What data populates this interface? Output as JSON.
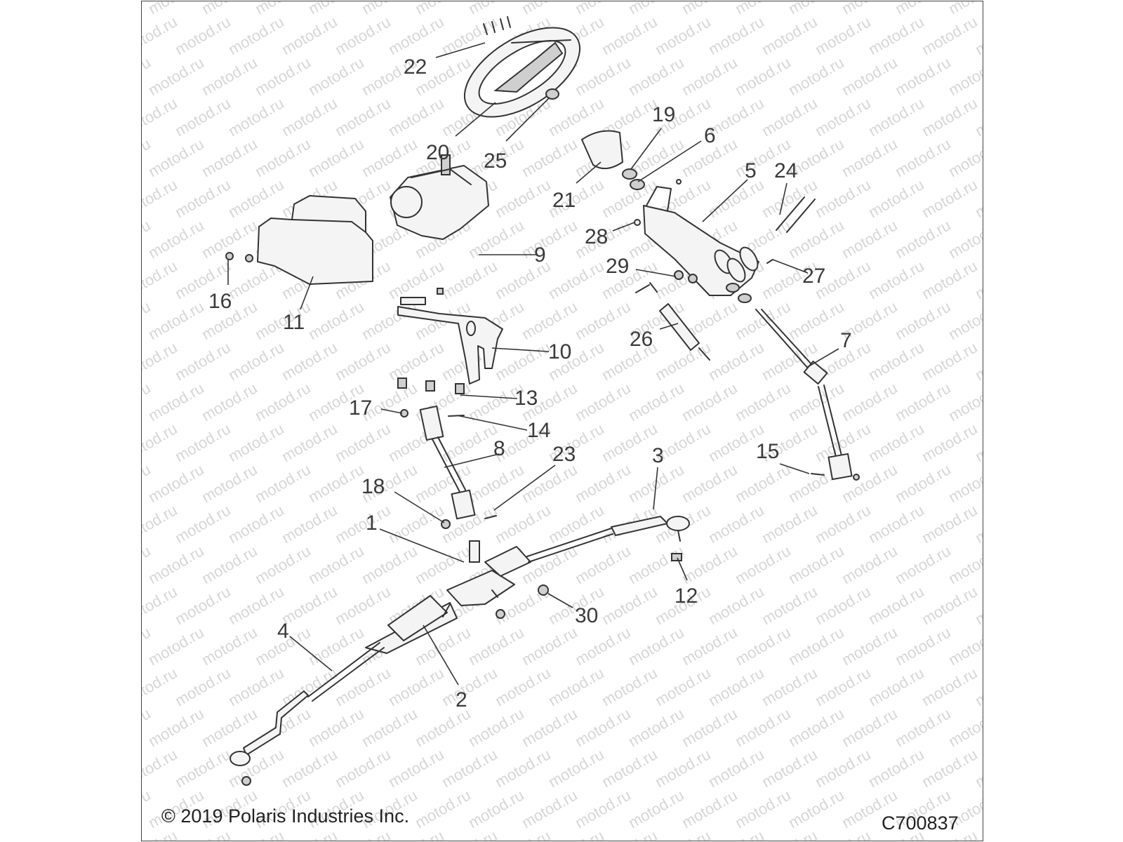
{
  "watermark": "motod.ru",
  "copyright": "© 2019 Polaris Industries Inc.",
  "drawing_number": "C700837",
  "callouts": {
    "c1": "1",
    "c2": "2",
    "c3": "3",
    "c4": "4",
    "c5": "5",
    "c6": "6",
    "c7": "7",
    "c8": "8",
    "c9": "9",
    "c10": "10",
    "c11": "11",
    "c12": "12",
    "c13": "13",
    "c14": "14",
    "c15": "15",
    "c16": "16",
    "c17": "17",
    "c18": "18",
    "c19": "19",
    "c20": "20",
    "c21": "21",
    "c22": "22",
    "c23": "23",
    "c24": "24",
    "c25": "25",
    "c26": "26",
    "c27": "27",
    "c28": "28",
    "c29": "29",
    "c30": "30"
  }
}
